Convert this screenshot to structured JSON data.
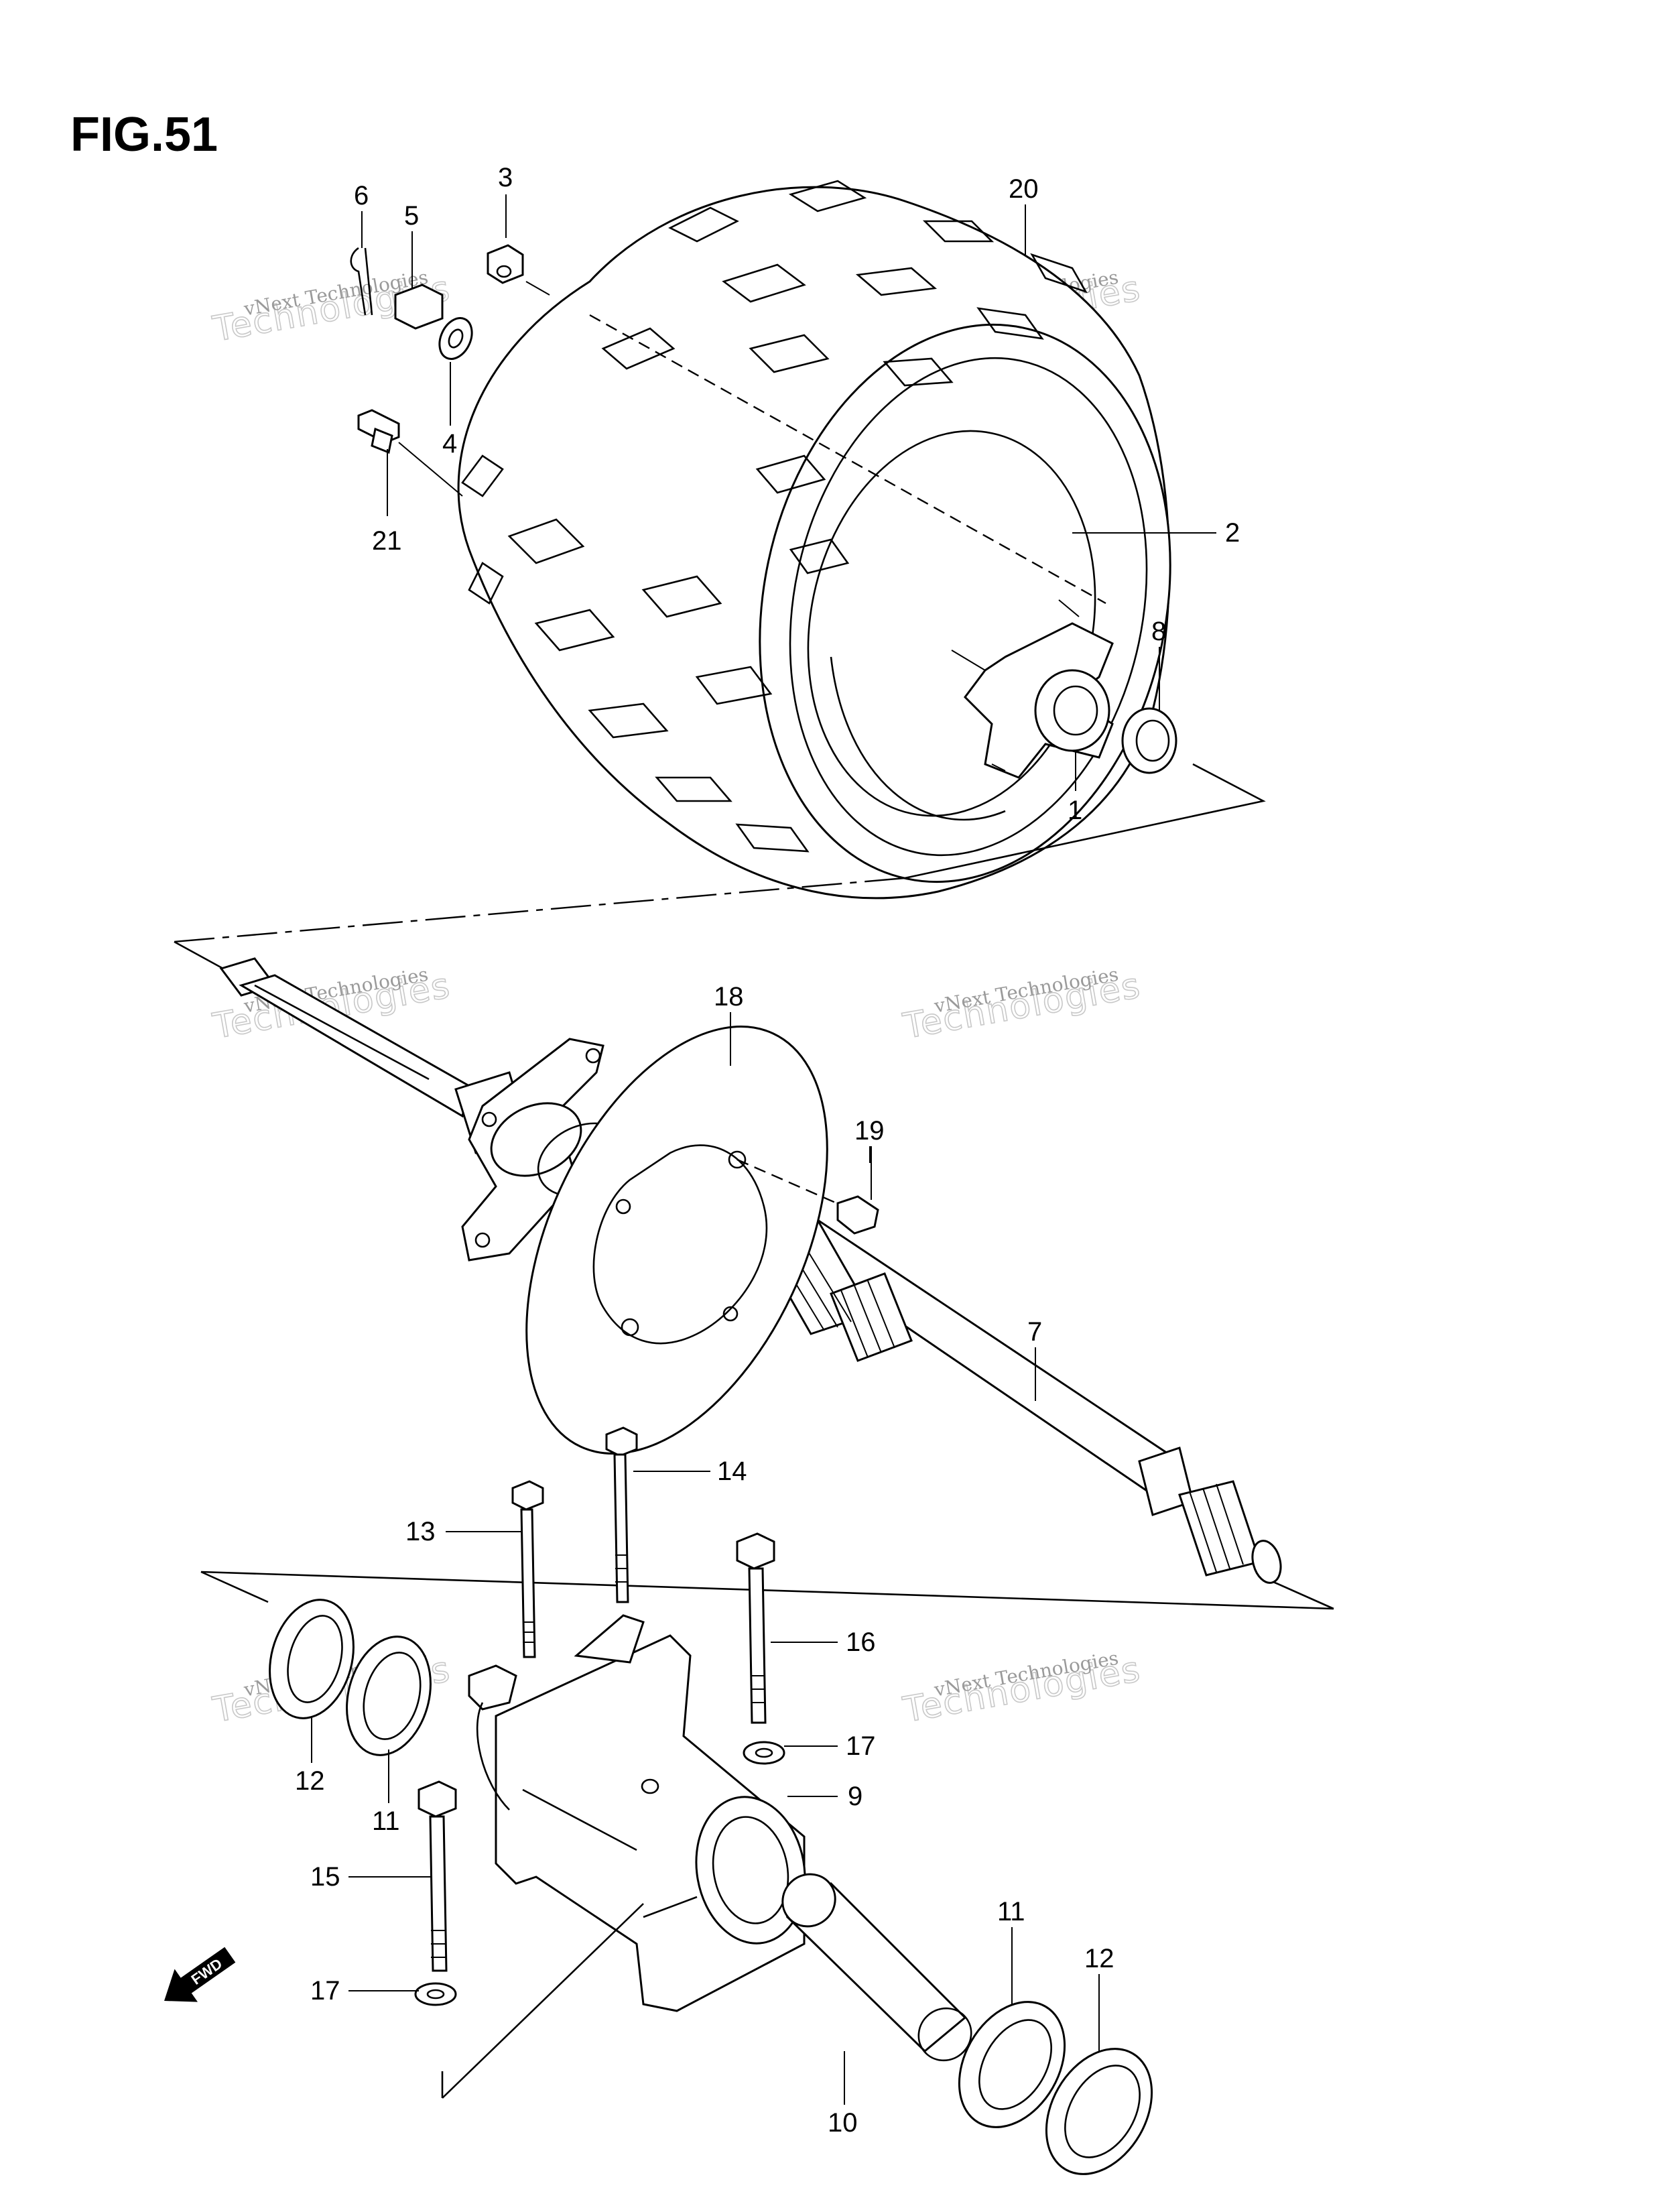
{
  "figure": {
    "title": "FIG.51"
  },
  "watermark": {
    "line1": "vNext Technologies",
    "line2": "Technologies"
  },
  "fwd_label": "FWD",
  "callouts": [
    {
      "id": "c1",
      "text": "1"
    },
    {
      "id": "c2",
      "text": "2"
    },
    {
      "id": "c3",
      "text": "3"
    },
    {
      "id": "c4",
      "text": "4"
    },
    {
      "id": "c5",
      "text": "5"
    },
    {
      "id": "c6",
      "text": "6"
    },
    {
      "id": "c7",
      "text": "7"
    },
    {
      "id": "c8",
      "text": "8"
    },
    {
      "id": "c9",
      "text": "9"
    },
    {
      "id": "c10",
      "text": "10"
    },
    {
      "id": "c11a",
      "text": "11"
    },
    {
      "id": "c11b",
      "text": "11"
    },
    {
      "id": "c12a",
      "text": "12"
    },
    {
      "id": "c12b",
      "text": "12"
    },
    {
      "id": "c13",
      "text": "13"
    },
    {
      "id": "c14",
      "text": "14"
    },
    {
      "id": "c15",
      "text": "15"
    },
    {
      "id": "c16",
      "text": "16"
    },
    {
      "id": "c17a",
      "text": "17"
    },
    {
      "id": "c17b",
      "text": "17"
    },
    {
      "id": "c18",
      "text": "18"
    },
    {
      "id": "c19",
      "text": "19"
    },
    {
      "id": "c20",
      "text": "20"
    },
    {
      "id": "c21",
      "text": "21"
    }
  ]
}
